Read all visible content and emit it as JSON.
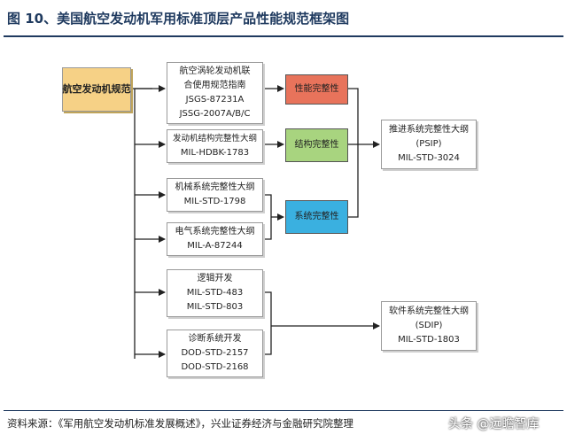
{
  "header": {
    "title": "图 10、美国航空发动机军用标准顶层产品性能规范框架图"
  },
  "diagram": {
    "root": "航空发动机规范",
    "standards": [
      {
        "lines": [
          "航空涡轮发动机联",
          "合使用规范指南",
          "JSGS-87231A",
          "JSSG-2007A/B/C"
        ]
      },
      {
        "lines": [
          "发动机结构完整性大纲",
          "MIL-HDBK-1783"
        ]
      },
      {
        "lines": [
          "机械系统完整性大纲",
          "MIL-STD-1798"
        ]
      },
      {
        "lines": [
          "电气系统完整性大纲",
          "MIL-A-87244"
        ]
      },
      {
        "lines": [
          "逻辑开发",
          "MIL-STD-483",
          "MIL-STD-803"
        ]
      },
      {
        "lines": [
          "诊断系统开发",
          "DOD-STD-2157",
          "DOD-STD-2168"
        ]
      }
    ],
    "integrity": [
      "性能完整性",
      "结构完整性",
      "系统完整性"
    ],
    "outputs": [
      {
        "lines": [
          "推进系统完整性大纲",
          "(PSIP)",
          "MIL-STD-3024"
        ]
      },
      {
        "lines": [
          "软件系统完整性大纲",
          "(SDIP)",
          "MIL-STD-1803"
        ]
      }
    ],
    "colors": {
      "performance": "#e8735b",
      "structure": "#a8d47f",
      "system": "#3ab0e0",
      "root": "#f6d186"
    }
  },
  "footer": {
    "source": "资料来源：《军用航空发动机标准发展概述》，兴业证券经济与金融研究院整理"
  },
  "watermark": {
    "text": "头条 @远瞻智库"
  }
}
